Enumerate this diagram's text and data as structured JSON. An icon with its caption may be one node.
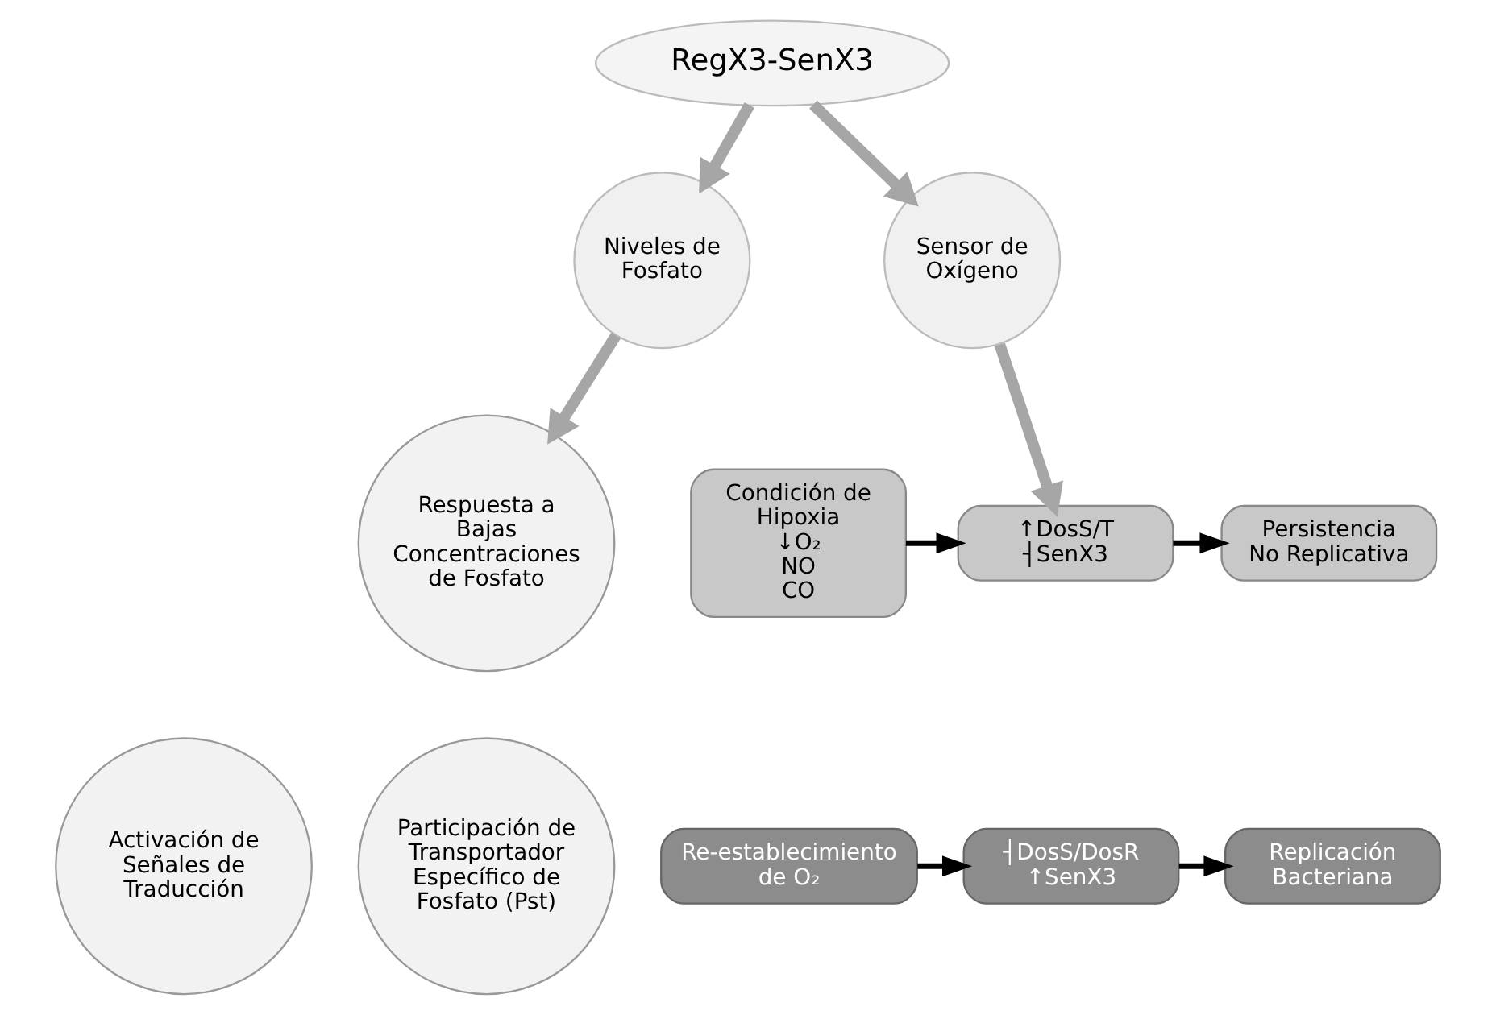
{
  "diagram": {
    "nodes": [
      {
        "text": [
          "RegX3-SenX3"
        ]
      },
      {
        "text": [
          "Niveles de Fosfato"
        ]
      },
      {
        "text": [
          "Sensor de Oxígeno"
        ]
      },
      {
        "text": [
          "Respuesta a Bajas Concentraciones de Fosfato"
        ]
      },
      {
        "text": [
          "Activación de Señales de Traducción"
        ]
      },
      {
        "text": [
          "Participación de Transportador Específico de Fosfato (Pst)"
        ]
      },
      {
        "text": [
          "Condición de Hipoxia",
          "↓O₂",
          "NO",
          "CO"
        ]
      },
      {
        "text": [
          "↑DosS/T",
          "┤SenX3"
        ]
      },
      {
        "text": [
          "Persistencia No Replicativa"
        ]
      },
      {
        "text": [
          "Re-establecimiento de O₂"
        ]
      },
      {
        "text": [
          "┤DosS/DosR",
          "↑SenX3"
        ]
      },
      {
        "text": [
          "Replicación Bacteriana"
        ]
      }
    ],
    "edges": [
      {
        "from": 0,
        "to": 1,
        "arrow": "to",
        "style": "thick",
        "color": "#a6a6a6"
      },
      {
        "from": 0,
        "to": 2,
        "arrow": "to",
        "style": "thick",
        "color": "#a6a6a6"
      },
      {
        "from": 1,
        "to": 3,
        "arrow": "to",
        "style": "thick",
        "color": "#a6a6a6"
      },
      {
        "from": 2,
        "to": 7,
        "arrow": "to",
        "style": "thick",
        "color": "#a6a6a6"
      },
      {
        "from": 6,
        "to": 7,
        "arrow": "to",
        "color": "#000000"
      },
      {
        "from": 7,
        "to": 8,
        "arrow": "to",
        "color": "#000000"
      },
      {
        "from": 9,
        "to": 10,
        "arrow": "to",
        "color": "#000000"
      },
      {
        "from": 10,
        "to": 11,
        "arrow": "to",
        "color": "#000000"
      }
    ]
  }
}
